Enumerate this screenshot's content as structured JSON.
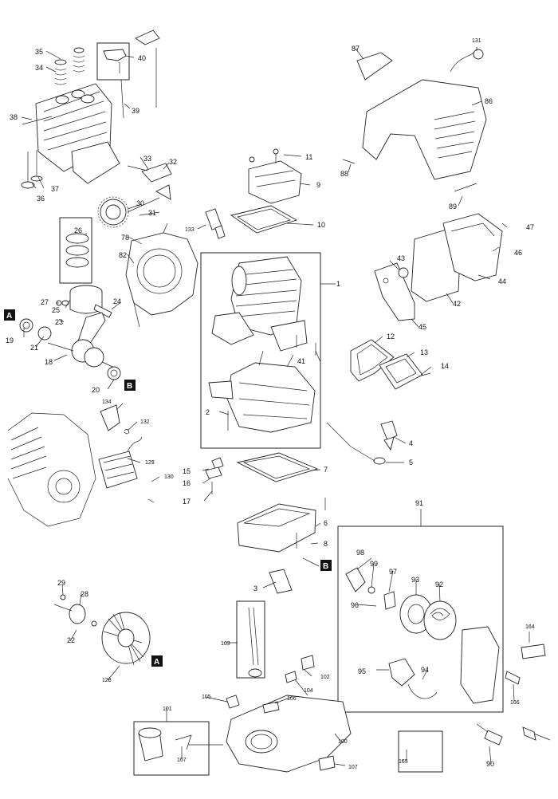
{
  "diagram": {
    "callouts": [
      {
        "id": "35",
        "text": "35"
      },
      {
        "id": "34",
        "text": "34"
      },
      {
        "id": "40",
        "text": "40"
      },
      {
        "id": "39",
        "text": "39"
      },
      {
        "id": "38",
        "text": "38"
      },
      {
        "id": "33",
        "text": "33"
      },
      {
        "id": "32",
        "text": "32"
      },
      {
        "id": "37",
        "text": "37"
      },
      {
        "id": "36",
        "text": "36"
      },
      {
        "id": "30",
        "text": "30"
      },
      {
        "id": "31",
        "text": "31"
      },
      {
        "id": "26",
        "text": "26"
      },
      {
        "id": "78",
        "text": "78"
      },
      {
        "id": "82",
        "text": "82"
      },
      {
        "id": "133",
        "text": "133"
      },
      {
        "id": "27",
        "text": "27"
      },
      {
        "id": "25",
        "text": "25"
      },
      {
        "id": "24",
        "text": "24"
      },
      {
        "id": "23",
        "text": "23"
      },
      {
        "id": "19",
        "text": "19"
      },
      {
        "id": "21",
        "text": "21"
      },
      {
        "id": "18",
        "text": "18"
      },
      {
        "id": "20",
        "text": "20"
      },
      {
        "id": "134",
        "text": "134"
      },
      {
        "id": "132",
        "text": "132"
      },
      {
        "id": "129",
        "text": "129"
      },
      {
        "id": "130",
        "text": "130"
      },
      {
        "id": "11",
        "text": "11"
      },
      {
        "id": "9",
        "text": "9"
      },
      {
        "id": "10",
        "text": "10"
      },
      {
        "id": "1",
        "text": "1"
      },
      {
        "id": "41",
        "text": "41"
      },
      {
        "id": "2",
        "text": "2"
      },
      {
        "id": "15",
        "text": "15"
      },
      {
        "id": "16",
        "text": "16"
      },
      {
        "id": "17",
        "text": "17"
      },
      {
        "id": "7",
        "text": "7"
      },
      {
        "id": "6",
        "text": "6"
      },
      {
        "id": "8",
        "text": "8"
      },
      {
        "id": "3",
        "text": "3"
      },
      {
        "id": "12",
        "text": "12"
      },
      {
        "id": "13",
        "text": "13"
      },
      {
        "id": "14",
        "text": "14"
      },
      {
        "id": "4",
        "text": "4"
      },
      {
        "id": "5",
        "text": "5"
      },
      {
        "id": "87",
        "text": "87"
      },
      {
        "id": "131",
        "text": "131"
      },
      {
        "id": "86",
        "text": "86"
      },
      {
        "id": "88",
        "text": "88"
      },
      {
        "id": "89",
        "text": "89"
      },
      {
        "id": "47",
        "text": "47"
      },
      {
        "id": "46",
        "text": "46"
      },
      {
        "id": "43",
        "text": "43"
      },
      {
        "id": "44",
        "text": "44"
      },
      {
        "id": "42",
        "text": "42"
      },
      {
        "id": "45",
        "text": "45"
      },
      {
        "id": "91",
        "text": "91"
      },
      {
        "id": "98",
        "text": "98"
      },
      {
        "id": "99",
        "text": "99"
      },
      {
        "id": "97",
        "text": "97"
      },
      {
        "id": "93",
        "text": "93"
      },
      {
        "id": "92",
        "text": "92"
      },
      {
        "id": "96",
        "text": "96"
      },
      {
        "id": "95",
        "text": "95"
      },
      {
        "id": "94",
        "text": "94"
      },
      {
        "id": "164",
        "text": "164"
      },
      {
        "id": "166",
        "text": "166"
      },
      {
        "id": "165",
        "text": "165"
      },
      {
        "id": "90",
        "text": "90"
      },
      {
        "id": "29",
        "text": "29"
      },
      {
        "id": "28",
        "text": "28"
      },
      {
        "id": "22",
        "text": "22"
      },
      {
        "id": "128",
        "text": "128"
      },
      {
        "id": "103",
        "text": "103"
      },
      {
        "id": "102",
        "text": "102"
      },
      {
        "id": "104",
        "text": "104"
      },
      {
        "id": "105",
        "text": "105"
      },
      {
        "id": "106",
        "text": "106"
      },
      {
        "id": "101",
        "text": "101"
      },
      {
        "id": "100",
        "text": "100"
      },
      {
        "id": "167",
        "text": "167"
      },
      {
        "id": "107",
        "text": "107"
      }
    ]
  },
  "markers": {
    "a": "A",
    "b": "B"
  }
}
